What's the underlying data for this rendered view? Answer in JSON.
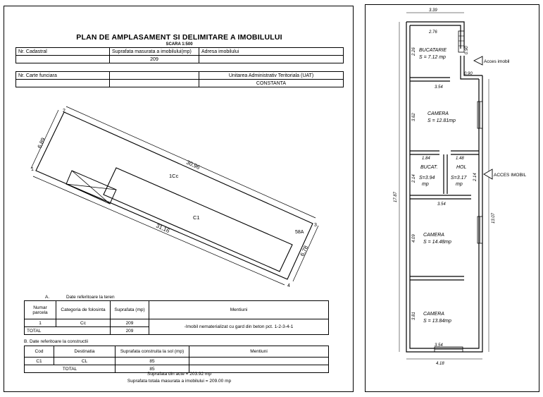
{
  "plan": {
    "title": "PLAN DE AMPLASAMENT SI DELIMITARE A IMOBILULUI",
    "scale": "SCARA 1:500",
    "header_table": {
      "nr_cadastral_label": "Nr. Cadastral",
      "suprafata_label": "Suprafata masurata a imobilului(mp)",
      "adresa_label": "Adresa imobilului",
      "suprafata_value": "209",
      "carte_funciara_label": "Nr. Carte funciara",
      "uat_label": "Unitarea Administrativ Teritoriala (UAT)",
      "uat_value": "CONSTANTA"
    },
    "drawing": {
      "dim_left": "6,89",
      "dim_top": "30,96",
      "dim_bottom": "31,16",
      "dim_right": "6,78",
      "corner_1": "1",
      "corner_2": "2",
      "corner_3": "3",
      "corner_4": "4",
      "label_1cc": "1Cc",
      "label_c1": "C1",
      "label_58a": "58A"
    },
    "section_a": {
      "letter": "A.",
      "title": "Date referitoare la teren",
      "headers": [
        "Numar parcela",
        "Categoria de folosinta",
        "Suprafata (mp)",
        "Mentiuni"
      ],
      "row": [
        "1",
        "Cc",
        "209",
        "-Imobil nematerializat cu gard din beton pct. 1-2-3-4-1"
      ],
      "total_label": "TOTAL",
      "total_value": "209"
    },
    "section_b": {
      "title": "B. Date referitoare la constructii",
      "headers": [
        "Cod",
        "Destinatia",
        "Suprafata construita la sol (mp)",
        "Mentiuni"
      ],
      "row": [
        "C1",
        "CL",
        "85",
        ""
      ],
      "total_label": "TOTAL",
      "total_value": "85"
    },
    "footer_line1": "Suprafata din acte = 203.92 mp",
    "footer_line2": "Suprafata totala masurata a imobilului = 209.00 mp"
  },
  "floorplan": {
    "dims": {
      "top_outer": "3.39",
      "top_inner": "2.76",
      "buc_h": "2.26",
      "buc_right": "0.90",
      "door_w": "0.90",
      "cam1_w": "3.54",
      "cam1_h": "3.62",
      "bucat2_w": "1.84",
      "hol_w": "1.48",
      "bucat2_h": "2.14",
      "hol_h": "2.14",
      "cam2_w": "3.54",
      "cam2_h": "4.09",
      "cam3_h": "3.81",
      "cam3_bottom": "3.54",
      "bottom_outer": "4.18",
      "total_left": "17.87",
      "total_right": "13.07"
    },
    "rooms": {
      "bucatarie_name": "BUCATARIE",
      "bucatarie_area": "S = 7.12 mp",
      "camera1_name": "CAMERA",
      "camera1_area": "S = 12.81mp",
      "bucat_name": "BUCAT.",
      "bucat_area": "S=3.94",
      "bucat_unit": "mp",
      "hol_name": "HOL",
      "hol_area": "S=3.17",
      "hol_unit": "mp",
      "camera2_name": "CAMERA",
      "camera2_area": "S = 14.48mp",
      "camera3_name": "CAMERA",
      "camera3_area": "S = 13.84mp"
    },
    "access_1": "Acces imobil",
    "access_2": "ACCES IMOBIL"
  }
}
